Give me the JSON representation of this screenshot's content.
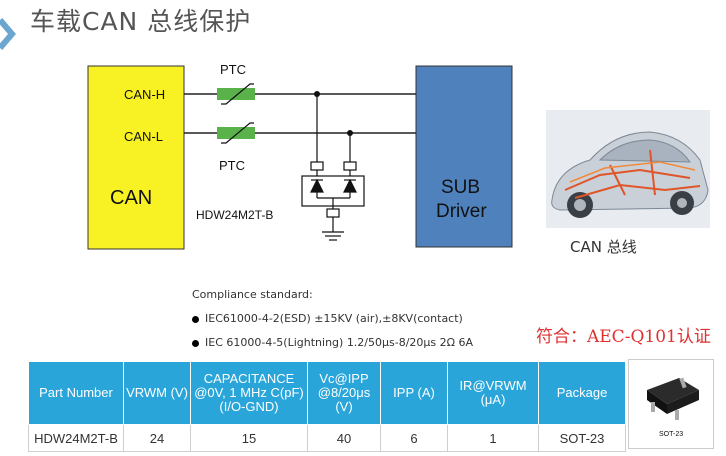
{
  "title": "车载CAN 总线保护",
  "diagram": {
    "can_block_label": "CAN",
    "can_h_label": "CAN-H",
    "can_l_label": "CAN-L",
    "ptc_top_label": "PTC",
    "ptc_bottom_label": "PTC",
    "part_label": "HDW24M2T-B",
    "sub_driver_line1": "SUB",
    "sub_driver_line2": "Driver"
  },
  "photo_caption": "CAN 总线",
  "compliance": {
    "heading": "Compliance standard:",
    "items": [
      "IEC61000-4-2(ESD)  ±15KV (air),±8KV(contact)",
      "IEC 61000-4-5(Lightning) 1.2/50μs-8/20μs 2Ω  6A"
    ]
  },
  "certification": "符合：AEC-Q101认证",
  "table": {
    "headers": [
      "Part Number",
      "VRWM (V)",
      "CAPACITANCE @0V, 1 MHz C(pF)  (I/O-GND)",
      "Vc@IPP @8/20μs (V)",
      "IPP (A)",
      "IR@VRWM (μA)",
      "Package"
    ],
    "rows": [
      [
        "HDW24M2T-B",
        "24",
        "15",
        "40",
        "6",
        "1",
        "SOT-23"
      ]
    ]
  },
  "package_label": "SOT-23",
  "colors": {
    "can_block": "#f8f225",
    "driver_block": "#4f81bd",
    "ptc": "#5ab34a",
    "table_header": "#2aa5da",
    "certification": "#e03030"
  }
}
